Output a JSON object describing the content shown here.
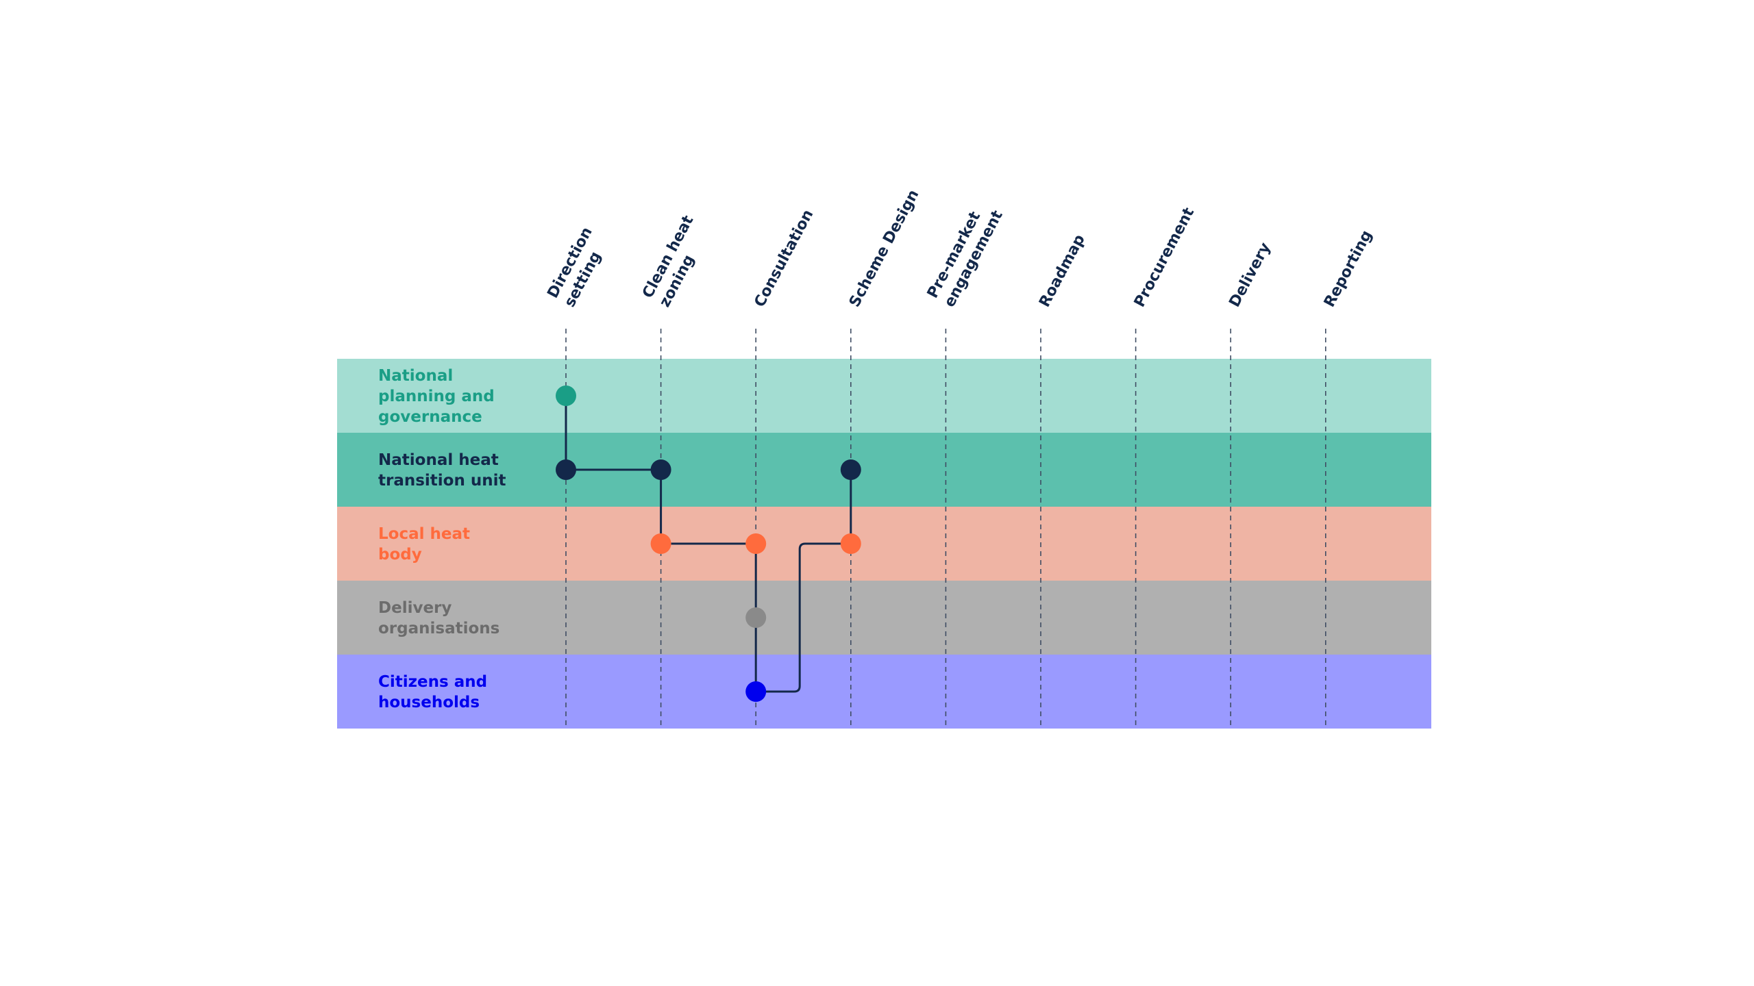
{
  "colors": {
    "text_dark": "#13284a",
    "gridline": "#3f4d63",
    "connector": "#13284a"
  },
  "lanes": [
    {
      "id": "national-planning",
      "label_lines": [
        "National",
        "planning and",
        "governance"
      ],
      "band_color": "#a3ddd2",
      "text_color": "#1a9e86",
      "node_color": "#1a9e86"
    },
    {
      "id": "national-heat-unit",
      "label_lines": [
        "National heat",
        "transition unit"
      ],
      "band_color": "#5cc0ad",
      "text_color": "#13284a",
      "node_color": "#13284a"
    },
    {
      "id": "local-heat-body",
      "label_lines": [
        "Local heat",
        "body"
      ],
      "band_color": "#efb4a4",
      "text_color": "#ff6b3d",
      "node_color": "#ff6b3d"
    },
    {
      "id": "delivery-orgs",
      "label_lines": [
        "Delivery",
        "organisations"
      ],
      "band_color": "#b0b0b0",
      "text_color": "#6c6c6c",
      "node_color": "#8a8a8a"
    },
    {
      "id": "citizens",
      "label_lines": [
        "Citizens and",
        "households"
      ],
      "band_color": "#9a9aff",
      "text_color": "#0000ee",
      "node_color": "#0000ee"
    }
  ],
  "stages": [
    {
      "id": "direction-setting",
      "label_lines": [
        "Direction",
        "setting"
      ]
    },
    {
      "id": "clean-heat-zoning",
      "label_lines": [
        "Clean heat",
        "zoning"
      ]
    },
    {
      "id": "consultation",
      "label_lines": [
        "Consultation"
      ]
    },
    {
      "id": "scheme-design",
      "label_lines": [
        "Scheme Design"
      ]
    },
    {
      "id": "pre-market-engagement",
      "label_lines": [
        "Pre-market",
        "engagement"
      ]
    },
    {
      "id": "roadmap",
      "label_lines": [
        "Roadmap"
      ]
    },
    {
      "id": "procurement",
      "label_lines": [
        "Procurement"
      ]
    },
    {
      "id": "delivery",
      "label_lines": [
        "Delivery"
      ]
    },
    {
      "id": "reporting",
      "label_lines": [
        "Reporting"
      ]
    }
  ],
  "nodes": [
    {
      "id": "n1",
      "lane": 0,
      "stage": 0
    },
    {
      "id": "n2",
      "lane": 1,
      "stage": 0
    },
    {
      "id": "n3",
      "lane": 1,
      "stage": 1
    },
    {
      "id": "n4",
      "lane": 2,
      "stage": 1
    },
    {
      "id": "n5",
      "lane": 2,
      "stage": 2
    },
    {
      "id": "n6",
      "lane": 3,
      "stage": 2
    },
    {
      "id": "n7",
      "lane": 4,
      "stage": 2
    },
    {
      "id": "n8",
      "lane": 2,
      "stage": 3
    },
    {
      "id": "n9",
      "lane": 1,
      "stage": 3
    }
  ],
  "connections": [
    {
      "from": "n1",
      "to": "n2"
    },
    {
      "from": "n2",
      "to": "n3"
    },
    {
      "from": "n3",
      "to": "n4"
    },
    {
      "from": "n4",
      "to": "n5"
    },
    {
      "from": "n5",
      "to": "n6"
    },
    {
      "from": "n6",
      "to": "n7"
    },
    {
      "from": "n7",
      "to": "n8",
      "route": "detour"
    },
    {
      "from": "n8",
      "to": "n9"
    }
  ]
}
